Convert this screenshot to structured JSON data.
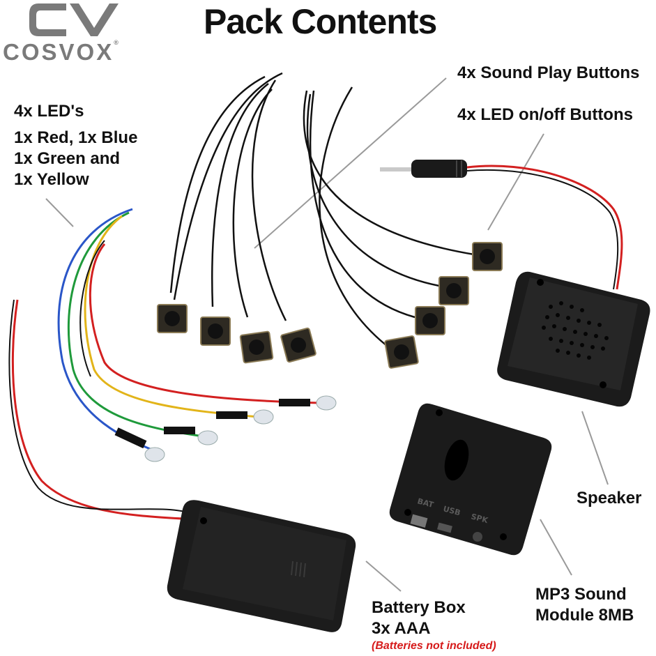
{
  "brand": {
    "name": "COSVOX",
    "mark": "®"
  },
  "title": "Pack Contents",
  "labels": {
    "leds": [
      "4x LED's",
      "1x Red, 1x Blue",
      "1x Green and",
      "1x Yellow"
    ],
    "sound_buttons": "4x Sound Play Buttons",
    "led_buttons": "4x LED on/off Buttons",
    "speaker": "Speaker",
    "mp3": [
      "MP3 Sound",
      "Module 8MB"
    ],
    "battery": [
      "Battery Box",
      "3x AAA"
    ],
    "battery_note": "(Batteries not included)"
  },
  "module_markings": [
    "BAT",
    "USB",
    "SPK"
  ],
  "colors": {
    "note": "#d61a1a",
    "text": "#111111",
    "logo": "#7a7a7a",
    "wire_red": "#d32020",
    "wire_blue": "#2a56c8",
    "wire_green": "#1f9a3b",
    "wire_yellow": "#e2b419"
  }
}
